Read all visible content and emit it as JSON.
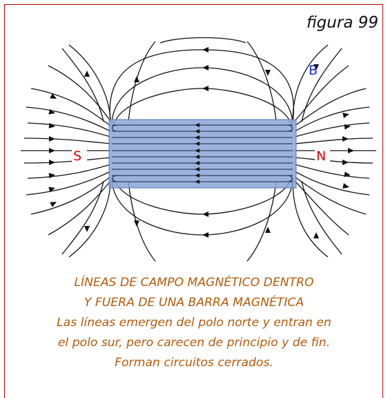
{
  "figure_label": "figura 99",
  "diagram": {
    "pole_south": "S",
    "pole_north": "N",
    "field_symbol": "B",
    "colors": {
      "frame": "#c00000",
      "magnet_fill": "#8aa4d6",
      "field_line": "#111111",
      "pole_label": "#e00000",
      "field_label": "#1a2fe0",
      "caption": "#b35a0a"
    }
  },
  "caption": {
    "line1": "LÍNEAS DE CAMPO MAGNÉTICO DENTRO",
    "line2": "Y FUERA DE UNA BARRA MAGNÉTICA",
    "line3": "Las líneas emergen del polo norte y entran en",
    "line4": "el polo sur, pero carecen de principio y de fin.",
    "line5": "Forman circuitos cerrados."
  }
}
